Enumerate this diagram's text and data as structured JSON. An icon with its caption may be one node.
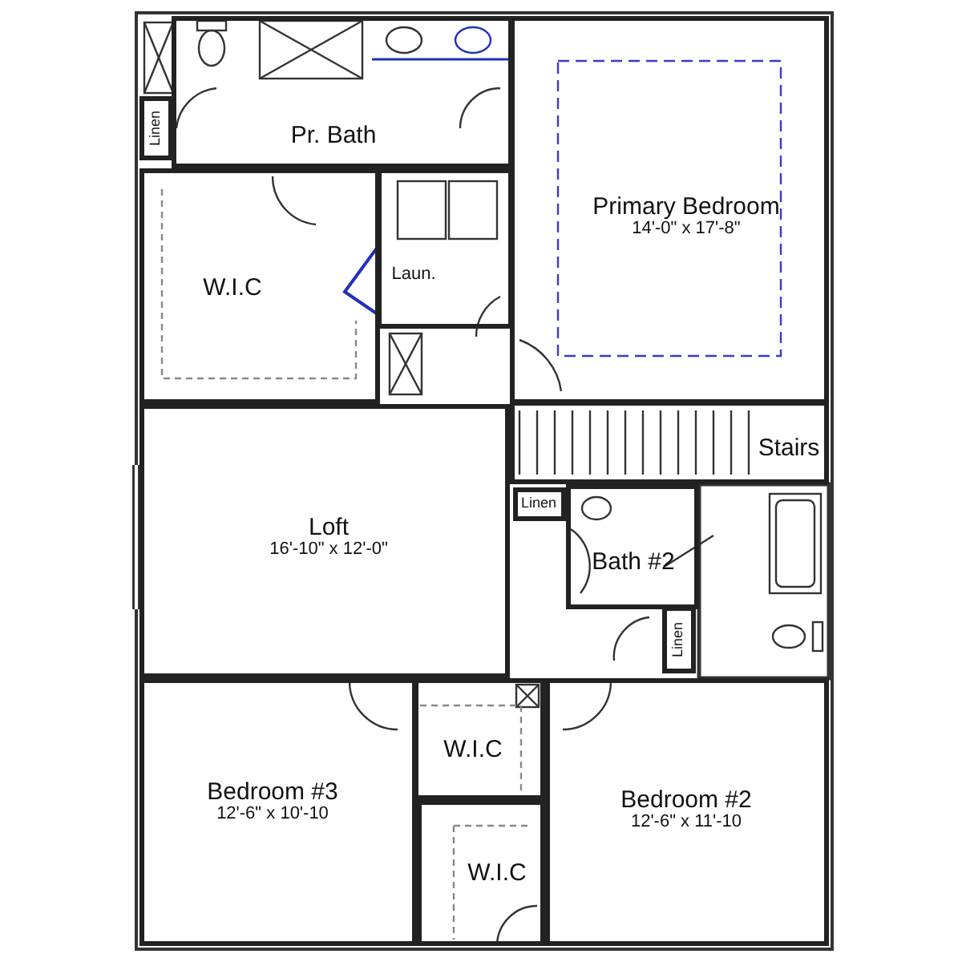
{
  "diagram": {
    "nodes": [
      {
        "text": [
          "Linen"
        ]
      },
      {
        "text": [
          "Pr. Bath"
        ]
      },
      {
        "text": [
          "Primary Bedroom",
          "14'-0\" x 17'-8\""
        ]
      },
      {
        "text": [
          "W.I.C"
        ]
      },
      {
        "text": [
          "Laun."
        ]
      },
      {
        "text": [
          "Stairs"
        ]
      },
      {
        "text": [
          "Loft",
          "16'-10\" x 12'-0\""
        ]
      },
      {
        "text": [
          "Linen"
        ]
      },
      {
        "text": [
          "Bath #2"
        ]
      },
      {
        "text": [
          "Linen"
        ]
      },
      {
        "text": [
          "W.I.C"
        ]
      },
      {
        "text": [
          "Bedroom #3",
          "12'-6\" x 10'-10"
        ]
      },
      {
        "text": [
          "Bedroom #2",
          "12'-6\" x 11'-10"
        ]
      },
      {
        "text": [
          "W.I.C"
        ]
      }
    ]
  }
}
